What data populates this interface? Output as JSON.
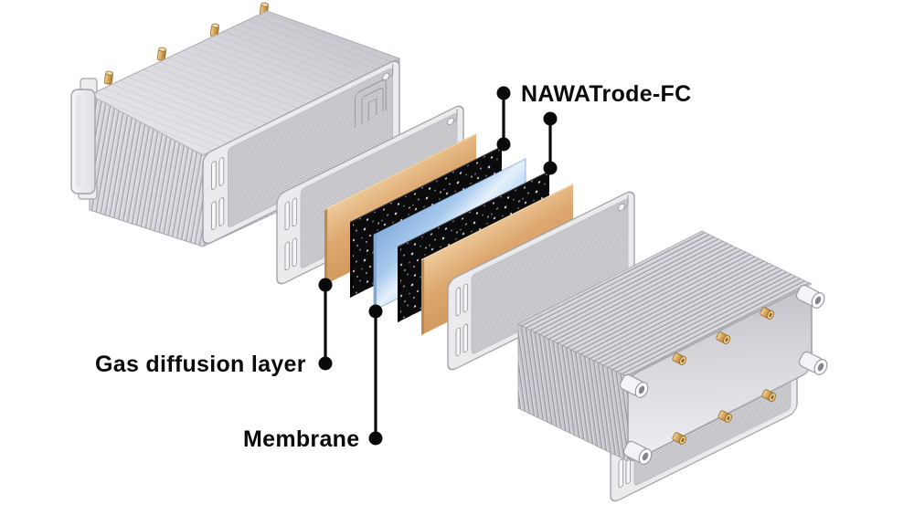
{
  "diagram": {
    "labels": {
      "electrode": "NAWATrode-FC",
      "gas_diffusion_layer": "Gas diffusion layer",
      "membrane": "Membrane"
    },
    "colors": {
      "background": "#FFFFFF",
      "electrode_layer": "#0B0B0E",
      "membrane_layer": "#A9CBEE",
      "gas_diffusion_layer": "#DDA76F",
      "frame_metal": "#EBEBEE",
      "stack_metal": "#D4D4D9",
      "brass_fitting": "#D4A055",
      "callout": "#0A0A0A"
    }
  }
}
